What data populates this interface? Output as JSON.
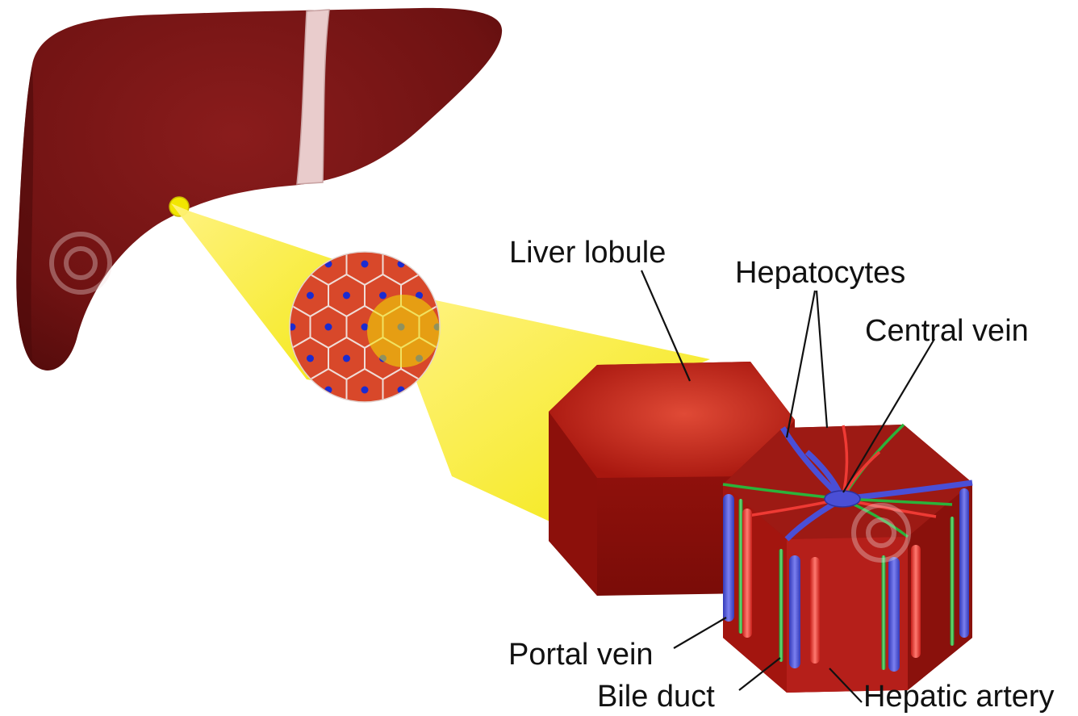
{
  "labels": {
    "liver_lobule": "Liver lobule",
    "hepatocytes": "Hepatocytes",
    "central_vein": "Central vein",
    "portal_vein": "Portal vein",
    "bile_duct": "Bile duct",
    "hepatic_artery": "Hepatic artery"
  },
  "colors": {
    "liver": "#6e1212",
    "liver_dark": "#4d0a0a",
    "ligament": "#e8c8c8",
    "magnifier": "#f2e600",
    "lobule": "#b51f1a",
    "lobule_top": "#d9382c",
    "hepatocyte": "#d8482a",
    "nucleus": "#1a2bd1",
    "vein_blue": "#4a4fd6",
    "artery_red": "#ef3a34",
    "bile_green": "#2bb33a"
  },
  "icons": [
    "watermark-spiral-icon"
  ]
}
